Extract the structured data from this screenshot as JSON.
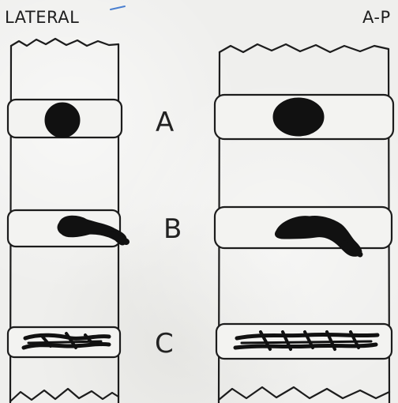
{
  "views": {
    "lateral": {
      "title": "LATERAL"
    },
    "ap": {
      "title": "A-P"
    }
  },
  "segments": {
    "a": {
      "label": "A"
    },
    "b": {
      "label": "B"
    },
    "c": {
      "label": "C"
    }
  },
  "colors": {
    "paper": "#efefed",
    "ink": "#111111",
    "line": "#1c1c1c"
  }
}
